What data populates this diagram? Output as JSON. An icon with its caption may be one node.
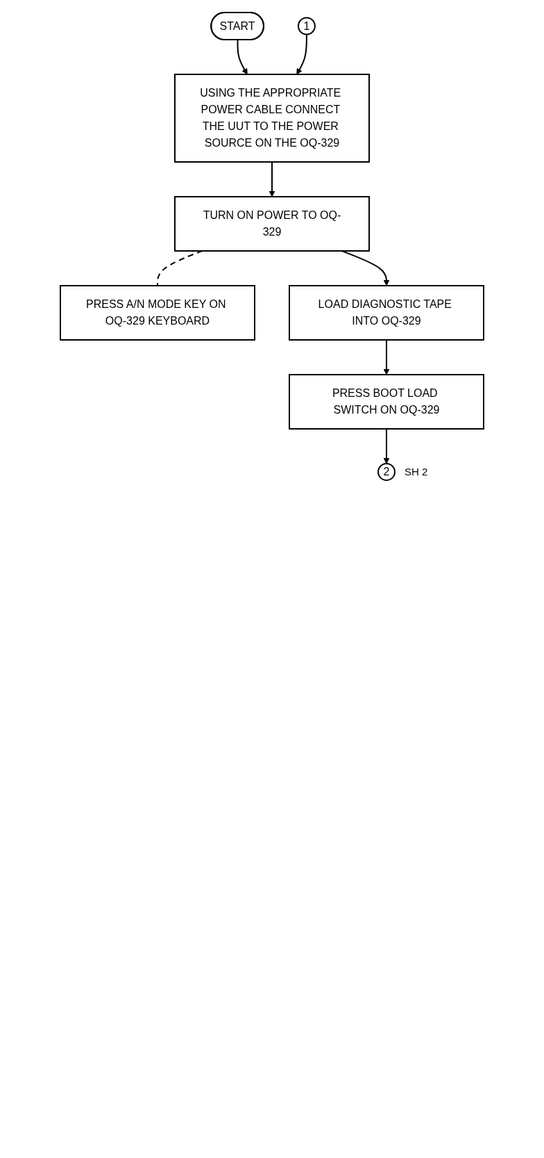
{
  "diagram": {
    "nodes": [
      {
        "text": [
          "START"
        ]
      },
      {
        "text": [
          "1"
        ]
      },
      {
        "text": [
          "USING THE APPROPRIATE POWER CABLE CONNECT THE UUT TO THE POWER SOURCE ON THE OQ-329"
        ]
      },
      {
        "text": [
          "TURN ON POWER TO OQ-329"
        ]
      },
      {
        "text": [
          "PRESS A/N MODE KEY ON OQ-329 KEYBOARD"
        ]
      },
      {
        "text": [
          "LOAD DIAGNOSTIC TAPE INTO OQ-329"
        ]
      },
      {
        "text": [
          "PRESS BOOT LOAD SWITCH ON OQ-329"
        ]
      },
      {
        "text": [
          "2"
        ],
        "beside": [
          "SH 2"
        ]
      }
    ],
    "edges": [
      {
        "from": 0,
        "to": 2,
        "arrow": "to"
      },
      {
        "from": 1,
        "to": 2,
        "arrow": "to"
      },
      {
        "from": 2,
        "to": 3,
        "arrow": "to"
      },
      {
        "from": 3,
        "to": 4,
        "arrow": "none",
        "style": "dashed"
      },
      {
        "from": 3,
        "to": 5,
        "arrow": "to"
      },
      {
        "from": 5,
        "to": 6,
        "arrow": "to"
      },
      {
        "from": 6,
        "to": 7,
        "arrow": "to"
      }
    ]
  }
}
